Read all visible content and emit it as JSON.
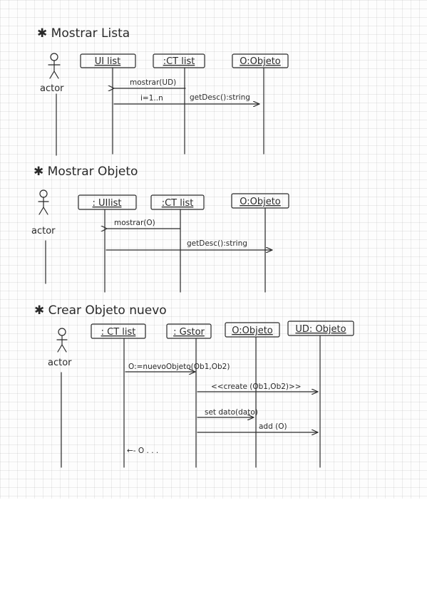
{
  "sections": [
    {
      "heading": "✱ Mostrar Lista",
      "actor": "actor",
      "objects": [
        "UI list",
        ":CT list",
        "O:Objeto"
      ],
      "messages": [
        "mostrar(UD)",
        "i=1..n",
        "getDesc():string"
      ]
    },
    {
      "heading": "✱ Mostrar Objeto",
      "actor": "actor",
      "objects": [
        ": UIlist",
        ":CT list",
        "O:Objeto"
      ],
      "messages": [
        "mostrar(O)",
        "getDesc():string"
      ]
    },
    {
      "heading": "✱ Crear Objeto nuevo",
      "actor": "actor",
      "objects": [
        ": CT list",
        ": Gstor",
        "O:Objeto",
        "UD: Objeto"
      ],
      "messages": [
        "O:=nuevoObjeto(Ob1,Ob2)",
        "<<create (Ob1,Ob2)>>",
        "set dato(dato)",
        "add (O)",
        "←- O . . ."
      ]
    }
  ]
}
